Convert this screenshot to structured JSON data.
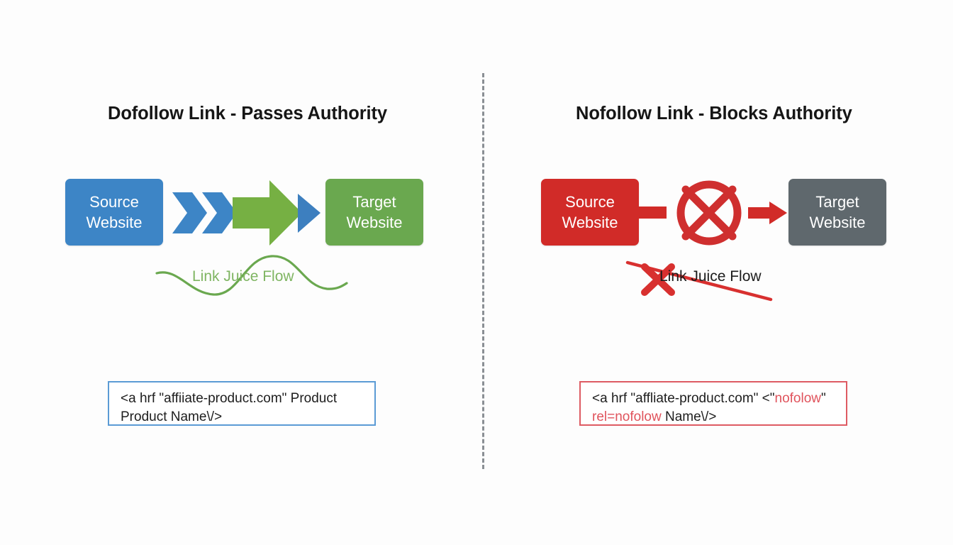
{
  "diagram": {
    "title": "Dofollow vs Nofollow Link Authority Flow",
    "background_color": "#fdfdfd",
    "divider": {
      "style": "dashed-vertical",
      "color": "#8a8f94"
    }
  },
  "panels": [
    {
      "id": "dofollow",
      "title": "Dofollow Link - Passes Authority",
      "source_box": {
        "line1": "Source",
        "line2": "Website",
        "color": "#3d85c6"
      },
      "target_box": {
        "line1": "Target",
        "line2": "Website",
        "color": "#6aa84f"
      },
      "flow": {
        "chevron_color": "#3d85c6",
        "arrow_color": "#6aa84f",
        "arrowhead_color": "#3d85c6",
        "blocked": false
      },
      "caption": "Link Juice Flow",
      "caption_color": "#7fb562",
      "wave_color": "#6aa84f",
      "code": {
        "border_color": "#5b9bd5",
        "line1_parts": [
          {
            "text": "<a hrf  \"affiiate-product.com\" Product",
            "color": "black"
          }
        ],
        "line2_parts": [
          {
            "text": "Product Name\\/>",
            "color": "black"
          }
        ]
      }
    },
    {
      "id": "nofollow",
      "title": "Nofollow Link - Blocks Authority",
      "source_box": {
        "line1": "Source",
        "line2": "Website",
        "color": "#d12b28"
      },
      "target_box": {
        "line1": "Target",
        "line2": "Website",
        "color": "#5f686d"
      },
      "flow": {
        "bar_color": "#d12b28",
        "block_symbol": "crossed-circle",
        "block_symbol_color": "#cf2f2f",
        "arrow_color": "#d12b28",
        "blocked": true
      },
      "caption": "Link Juice Flow",
      "caption_color": "#1c1c1c",
      "strike_color": "#d8302f",
      "cross_mark": "X",
      "code": {
        "border_color": "#de5b63",
        "line1_parts": [
          {
            "text": "<a hrf \"affliate-product.com\" <\"",
            "color": "black"
          },
          {
            "text": "nofolow",
            "color": "red"
          },
          {
            "text": "\"",
            "color": "black"
          }
        ],
        "line2_parts": [
          {
            "text": "rel=nofolow",
            "color": "red"
          },
          {
            "text": " Name\\/>",
            "color": "black"
          }
        ]
      }
    }
  ],
  "text": {
    "title_left": "Dofollow Link - Passes Authority",
    "title_right": "Nofollow Link - Blocks Authority",
    "source_line1": "Source",
    "source_line2": "Website",
    "target_line1": "Target",
    "target_line2": "Website",
    "caption_left": "Link Juice Flow",
    "caption_right": "Link Juice Flow",
    "code_left_line1": "<a hrf  \"affiiate-product.com\" Product",
    "code_left_line2": "Product Name\\/>",
    "code_right_line1a": "<a hrf \"affliate-product.com\" <\"",
    "code_right_line1b": "nofolow",
    "code_right_line1c": "\"",
    "code_right_line2a": "rel=nofolow",
    "code_right_line2b": " Name\\/>"
  }
}
